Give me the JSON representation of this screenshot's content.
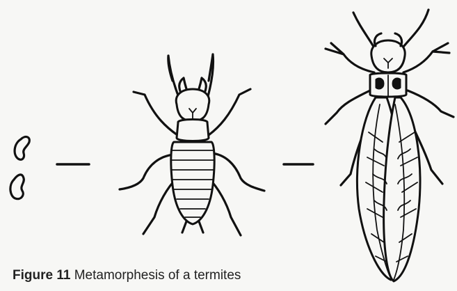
{
  "figure": {
    "stages": [
      {
        "name": "eggs"
      },
      {
        "name": "nymph"
      },
      {
        "name": "winged-adult"
      }
    ]
  },
  "caption": {
    "label": "Figure 11",
    "text": "Metamorphesis of a termites"
  },
  "colors": {
    "ink": "#111111",
    "background": "#f7f7f5"
  }
}
